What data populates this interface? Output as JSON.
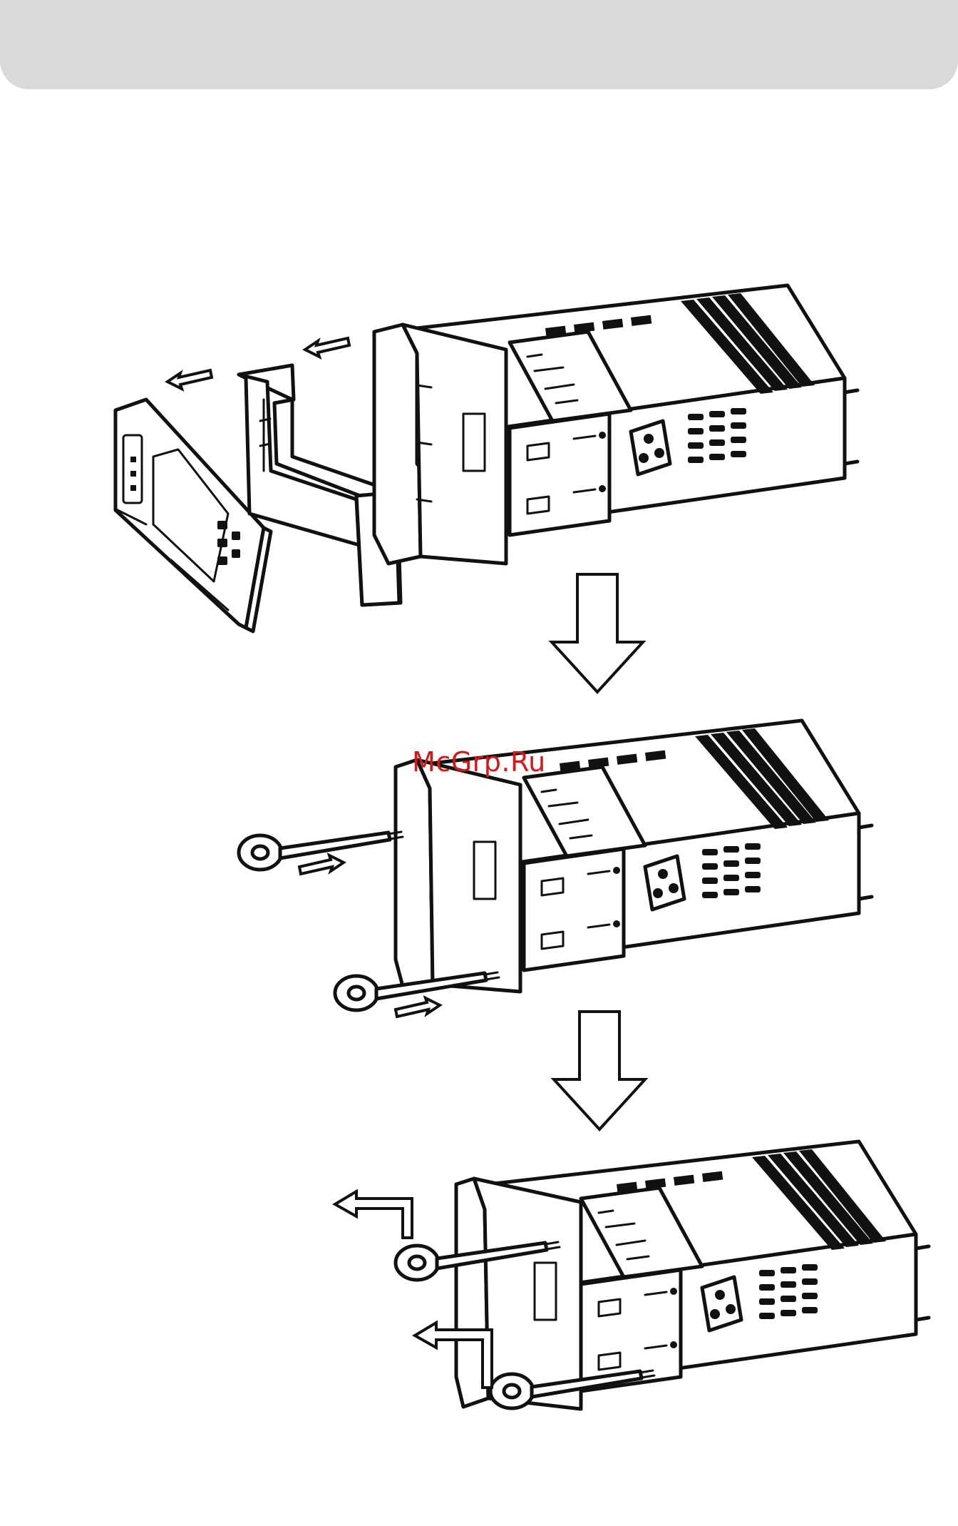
{
  "watermark": {
    "text": "McGrp.Ru",
    "color": "#d11a1a"
  },
  "header": {
    "color": "#d9d9d9"
  },
  "steps": [
    {
      "name": "remove-faceplate-and-trim"
    },
    {
      "name": "insert-release-keys"
    },
    {
      "name": "pull-unit-out"
    }
  ]
}
